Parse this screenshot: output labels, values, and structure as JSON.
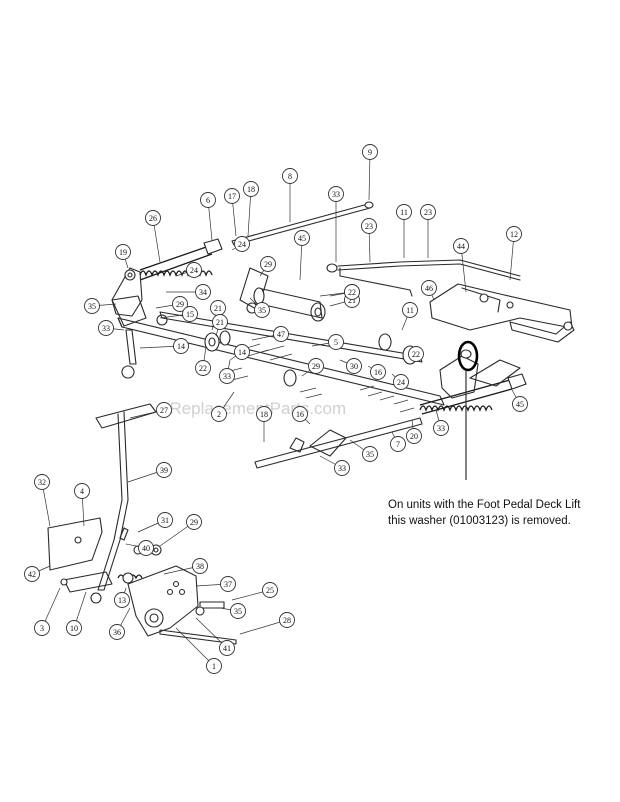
{
  "watermark": "eReplacementParts.com",
  "note": {
    "line1": "On units with the Foot Pedal Deck Lift",
    "line2": "this washer (01003123) is removed."
  },
  "callouts": [
    "9",
    "8",
    "6",
    "17",
    "18",
    "26",
    "33",
    "11",
    "23",
    "24",
    "45",
    "23",
    "44",
    "12",
    "19",
    "24",
    "29",
    "22",
    "21",
    "11",
    "35",
    "34",
    "29",
    "15",
    "35",
    "21",
    "22",
    "33",
    "21",
    "14",
    "47",
    "5",
    "46",
    "14",
    "22",
    "33",
    "30",
    "16",
    "24",
    "2",
    "29",
    "33",
    "22",
    "18",
    "16",
    "7",
    "20",
    "45",
    "27",
    "33",
    "35",
    "39",
    "32",
    "4",
    "31",
    "29",
    "40",
    "42",
    "38",
    "37",
    "25",
    "3",
    "10",
    "13",
    "36",
    "35",
    "41",
    "28",
    "1"
  ]
}
